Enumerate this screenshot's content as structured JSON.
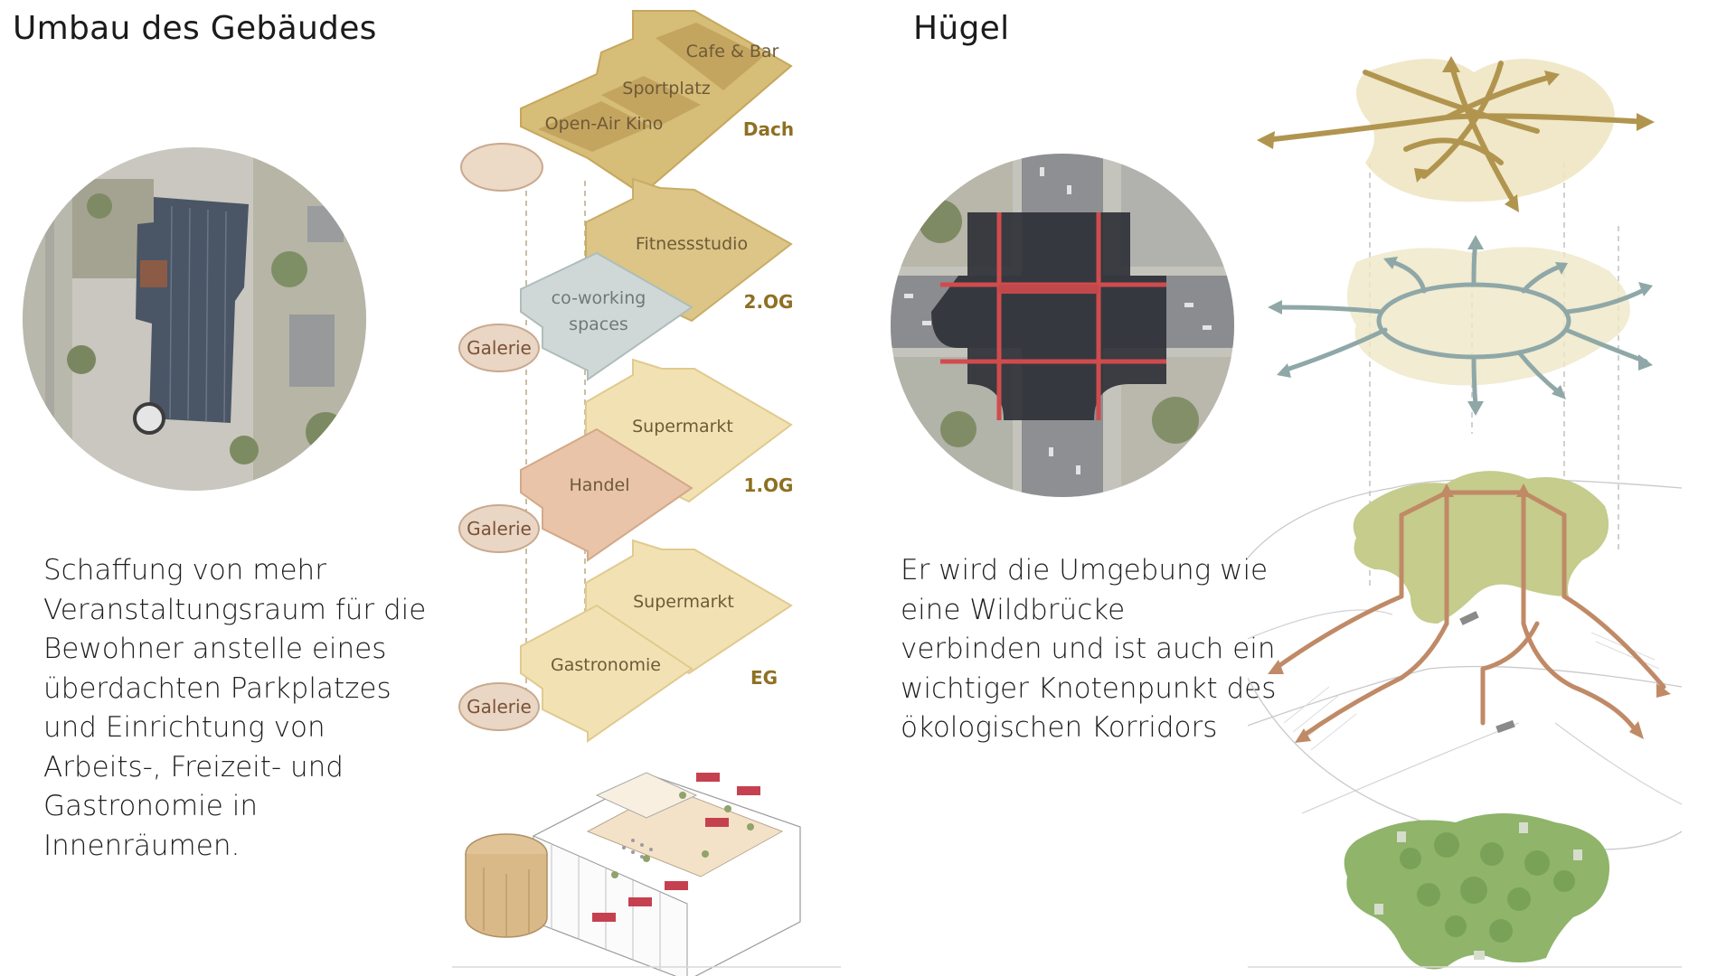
{
  "left": {
    "heading": "Umbau des Gebäudes",
    "paragraph": [
      "Schaffung von mehr",
      "Veranstaltungsraum für die",
      "Bewohner anstelle eines",
      "überdachten Parkplatzes",
      "und Einrichtung von",
      "Arbeits-, Freizeit- und",
      "Gastronomie in",
      "Innenräumen."
    ]
  },
  "right": {
    "heading": "Hügel",
    "paragraph": [
      "Er wird die Umgebung wie",
      "eine Wildbrücke",
      "verbinden und ist auch ein",
      "wichtiger Knotenpunkt des",
      "ökologischen Korridors"
    ]
  },
  "levels": {
    "dach": {
      "label": "Dach",
      "zones": [
        "Cafe & Bar",
        "Sportplatz",
        "Open-Air Kino"
      ]
    },
    "og2": {
      "label": "2.OG",
      "zones": [
        "Fitnessstudio",
        "co-working",
        "spaces"
      ],
      "galerie": "Galerie"
    },
    "og1": {
      "label": "1.OG",
      "zones": [
        "Supermarkt",
        "Handel"
      ],
      "galerie": "Galerie"
    },
    "eg": {
      "label": "EG",
      "zones": [
        "Supermarkt",
        "Gastronomie"
      ],
      "galerie": "Galerie"
    }
  },
  "colors": {
    "dach": "#d6bd78",
    "dach_dark": "#c7a862",
    "fitness": "#dcc586",
    "cowork": "#cfd8d6",
    "supermarkt": "#f2e2b3",
    "handel": "#e9c4a9",
    "galerie": "#ead6c4",
    "gold_arrows": "#b1954f",
    "teal_arrows": "#8fa8a7",
    "terracotta_arrows": "#c08a67",
    "hill_green": "#8fb46a",
    "hill_top": "#c5cc8c"
  }
}
